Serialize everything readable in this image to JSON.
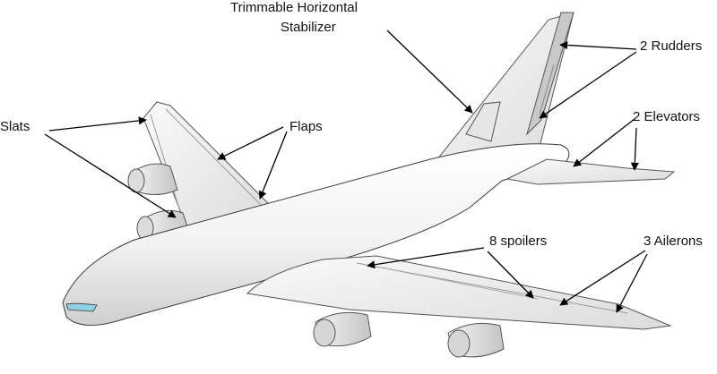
{
  "labels": {
    "stabilizer_line1": "Trimmable Horizontal",
    "stabilizer_line2": "Stabilizer",
    "rudders": "2 Rudders",
    "elevators": "2 Elevators",
    "slats": "Slats",
    "flaps": "Flaps",
    "spoilers": "8 spoilers",
    "ailerons": "3 Ailerons"
  },
  "caption": "",
  "colors": {
    "fuselage": "#efefef",
    "shadow": "#c8c8c8",
    "outline": "#3a3a3a",
    "surface": "#d9d9d9",
    "windshield": "#8fd0e6",
    "arrow": "#000000"
  }
}
